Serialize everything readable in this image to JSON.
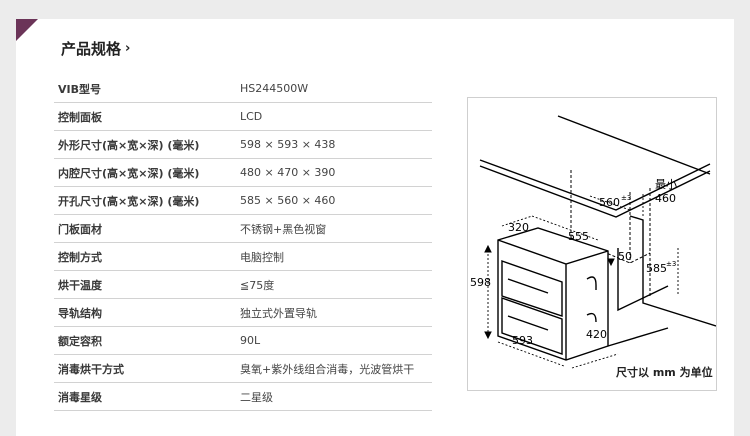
{
  "section": {
    "title": "产品规格",
    "chevron": "›"
  },
  "specs": [
    {
      "label": "VIB型号",
      "value": "HS244500W"
    },
    {
      "label": "控制面板",
      "value": "LCD"
    },
    {
      "label": "外形尺寸(高×宽×深) (毫米)",
      "value": "598 × 593 × 438"
    },
    {
      "label": "内腔尺寸(高×宽×深) (毫米)",
      "value": "480 × 470 × 390"
    },
    {
      "label": "开孔尺寸(高×宽×深) (毫米)",
      "value": "585 × 560 × 460"
    },
    {
      "label": "门板面材",
      "value": "不锈钢+黑色视窗"
    },
    {
      "label": "控制方式",
      "value": "电脑控制"
    },
    {
      "label": "烘干温度",
      "value": "≦75度"
    },
    {
      "label": "导轨结构",
      "value": "独立式外置导轨"
    },
    {
      "label": "额定容积",
      "value": "90L"
    },
    {
      "label": "消毒烘干方式",
      "value": "臭氧+紫外线组合消毒，光波管烘干"
    },
    {
      "label": "消毒星级",
      "value": "二星级"
    }
  ],
  "diagram": {
    "dims": {
      "d560": "560",
      "tol560": "±3",
      "min_label": "最小",
      "d460": "460",
      "d320": "320",
      "d555": "555",
      "d50": "50",
      "d585": "585",
      "tol585": "±3",
      "d598": "598",
      "d593": "593",
      "d420": "420"
    },
    "unit_note": "尺寸以 mm 为单位"
  },
  "colors": {
    "accent": "#6b3458",
    "background": "#ececec",
    "panel": "#ffffff",
    "row_border": "#d2d2d2"
  }
}
